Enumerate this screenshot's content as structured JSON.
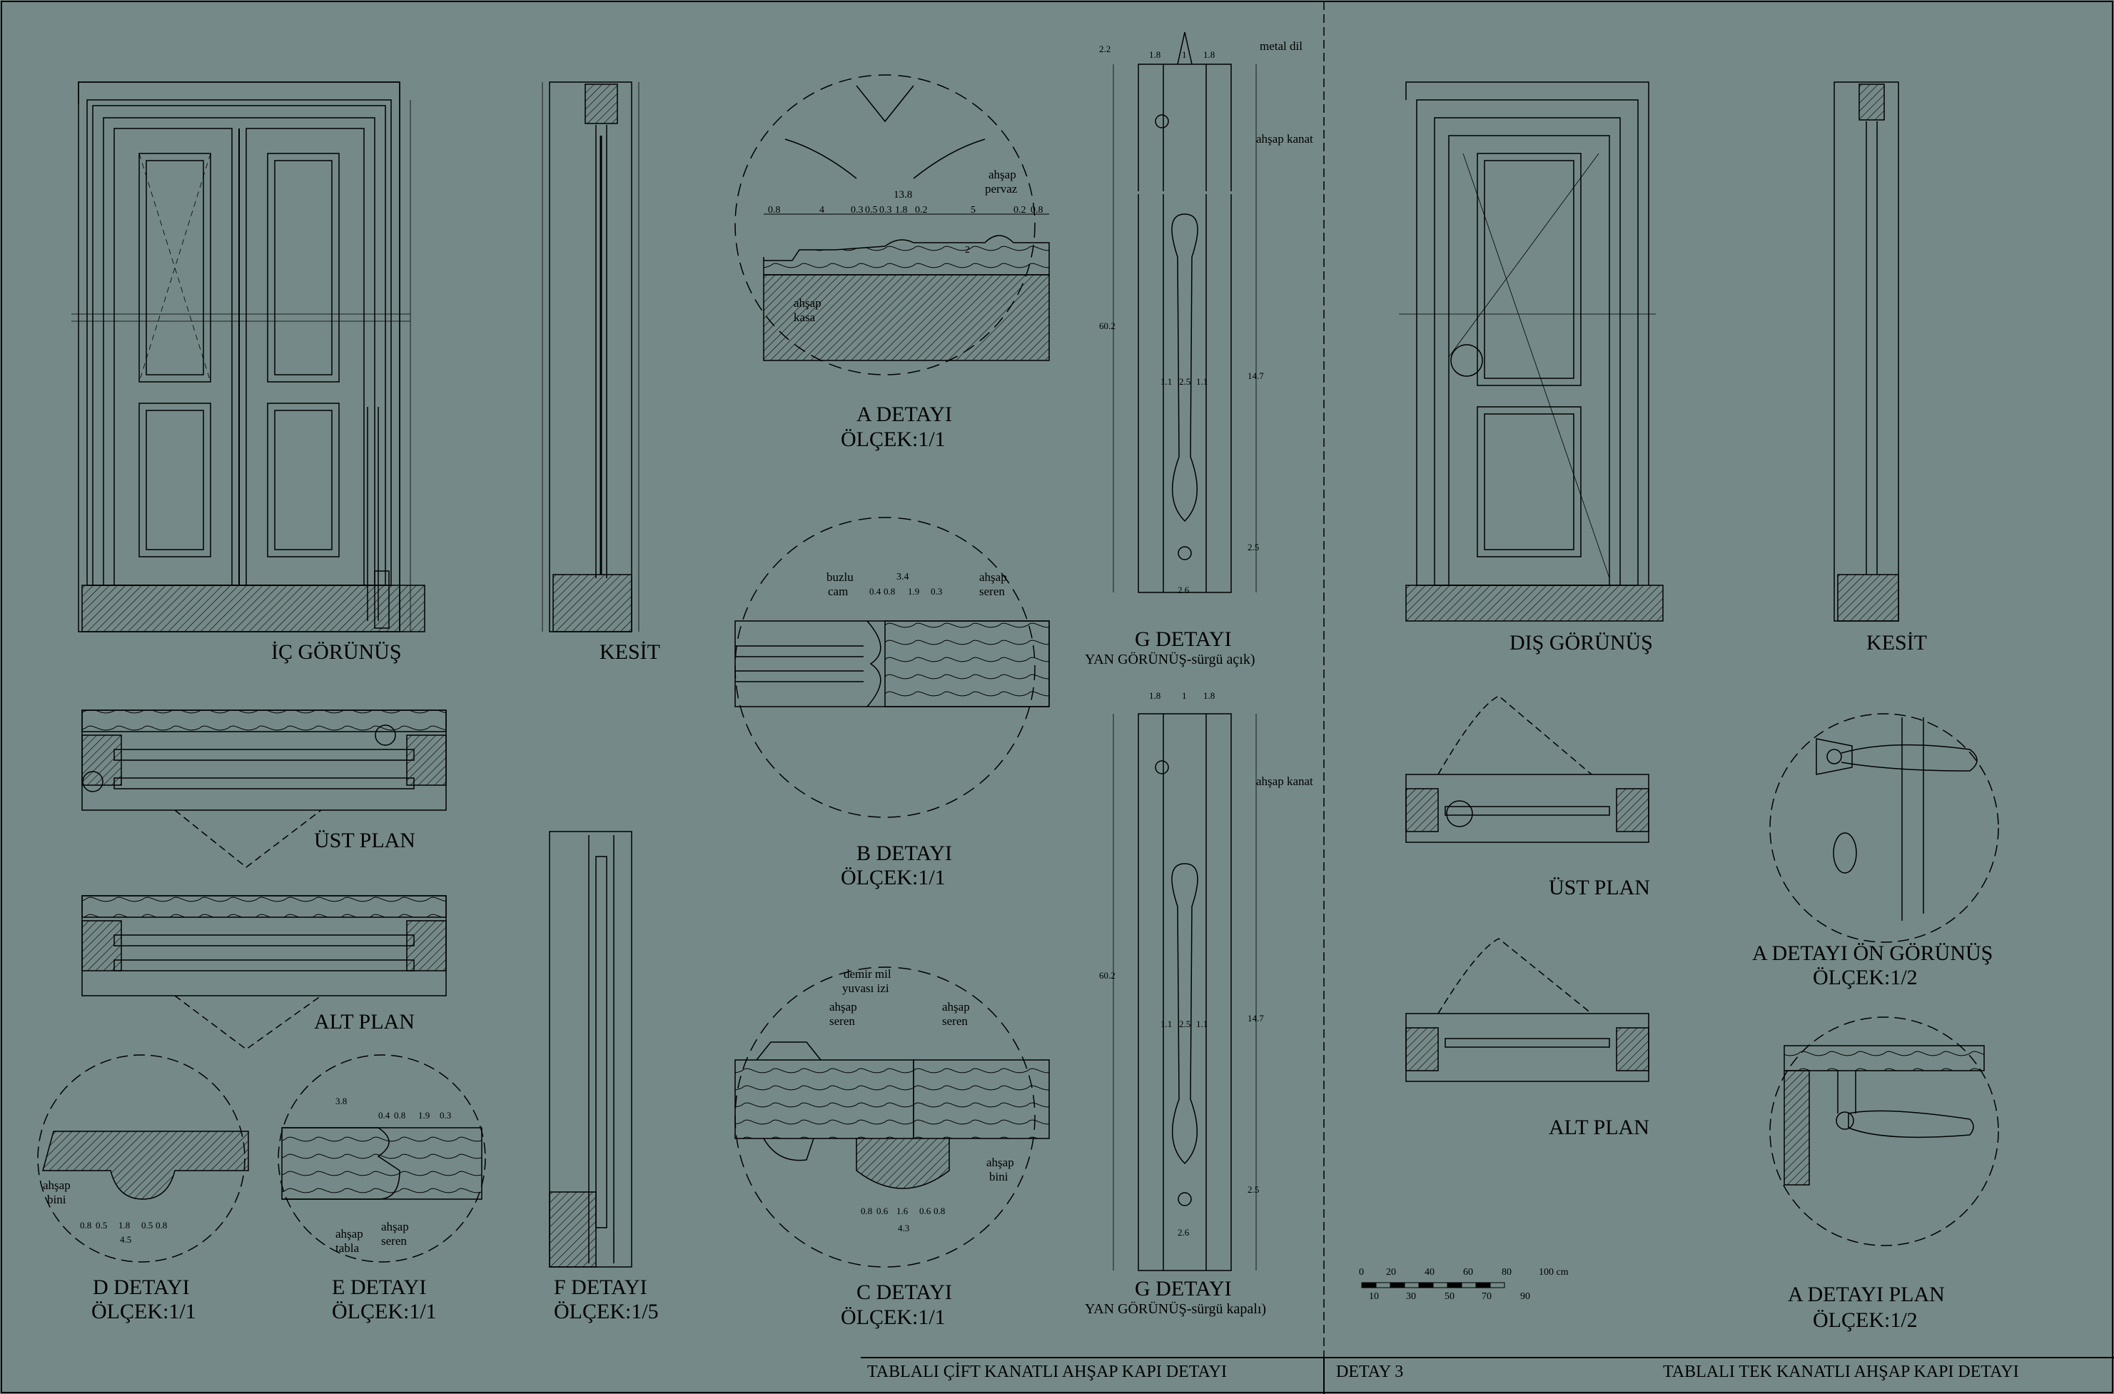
{
  "sheet": {
    "title_left": "TABLALI ÇİFT KANATLI AHŞAP KAPI DETAYI",
    "title_mid": "DETAY 3",
    "title_right": "TABLALI TEK KANATLI AHŞAP KAPI DETAYI"
  },
  "views": {
    "ic_gorunus": "İÇ GÖRÜNÜŞ",
    "kesit_left": "KESİT",
    "ust_plan_left": "ÜST PLAN",
    "alt_plan_left": "ALT PLAN",
    "d_detayi": "D DETAYI",
    "d_olcek": "ÖLÇEK:1/1",
    "e_detayi": "E DETAYI",
    "e_olcek": "ÖLÇEK:1/1",
    "f_detayi": "F DETAYI",
    "f_olcek": "ÖLÇEK:1/5",
    "a_detayi": "A DETAYI",
    "a_olcek": "ÖLÇEK:1/1",
    "b_detayi": "B DETAYI",
    "b_olcek": "ÖLÇEK:1/1",
    "c_detayi": "C DETAYI",
    "c_olcek": "ÖLÇEK:1/1",
    "g_detayi_1": "G DETAYI",
    "g_sub_1": "YAN GÖRÜNÜŞ-sürgü açık)",
    "g_detayi_2": "G DETAYI",
    "g_sub_2": "YAN GÖRÜNÜŞ-sürgü kapalı)",
    "dis_gorunus": "DIŞ GÖRÜNÜŞ",
    "kesit_right": "KESİT",
    "ust_plan_right": "ÜST PLAN",
    "alt_plan_right": "ALT PLAN",
    "a_on_gorunus": "A DETAYI ÖN GÖRÜNÜŞ",
    "a_on_olcek": "ÖLÇEK:1/2",
    "a_plan": "A DETAYI PLAN",
    "a_plan_olcek": "ÖLÇEK:1/2"
  },
  "annotations": {
    "metal_dil": "metal dil",
    "ahsap_kanat_1": "ahşap kanat",
    "ahsap_kanat_2": "ahşap kanat",
    "ahsap_pervaz_1": "ahşap",
    "ahsap_pervaz_2": "pervaz",
    "ahsap_kasa_1": "ahşap",
    "ahsap_kasa_2": "kasa",
    "buzlu_cam_1": "buzlu",
    "buzlu_cam_2": "cam",
    "ahsap_seren_b1": "ahşap",
    "ahsap_seren_b2": "seren",
    "demir_mil_1": "demir mil",
    "demir_mil_2": "yuvası izi",
    "ahsap_seren_c1": "ahşap",
    "ahsap_seren_c2": "seren",
    "ahsap_seren_c3": "ahşap",
    "ahsap_seren_c4": "seren",
    "ahsap_bini_c1": "ahşap",
    "ahsap_bini_c2": "bini",
    "ahsap_bini_d1": "ahşap",
    "ahsap_bini_d2": "bini",
    "ahsap_tabla_1": "ahşap",
    "ahsap_tabla_2": "tabla",
    "ahsap_seren_e1": "ahşap",
    "ahsap_seren_e2": "seren"
  },
  "dimensions": {
    "a_13_8": "13.8",
    "a_row": [
      "0.8",
      "4",
      "0.3",
      "0.5",
      "0.3",
      "1.8",
      "0.2",
      "5",
      "0.2",
      "0.8"
    ],
    "a_2": "2",
    "b_3_4": "3.4",
    "b_row": [
      "0.4",
      "0.8",
      "1.9",
      "0.3"
    ],
    "d_row": [
      "0.8",
      "0.5",
      "1.8",
      "0.5",
      "0.8"
    ],
    "d_4_5": "4.5",
    "e_3_8": "3.8",
    "e_row": [
      "0.4",
      "0.8",
      "1.9",
      "0.3"
    ],
    "c_row": [
      "0.8",
      "0.6",
      "1.6",
      "0.6",
      "0.8"
    ],
    "c_4_3": "4.3",
    "g_top": [
      "1.8",
      "1",
      "1.8"
    ],
    "g_60_2": "60.2",
    "g_14_7": "14.7",
    "g_2_5": "2.5",
    "g_2_6": "2.6",
    "g_mid": [
      "1.1",
      "2.5",
      "1.1"
    ],
    "g_2_2": "2.2"
  },
  "scale_bar": {
    "top": [
      "0",
      "20",
      "40",
      "60",
      "80",
      "100 cm"
    ],
    "bottom": [
      "10",
      "30",
      "50",
      "70",
      "90"
    ]
  },
  "colors": {
    "background": "#758a88",
    "line": "#000000"
  }
}
